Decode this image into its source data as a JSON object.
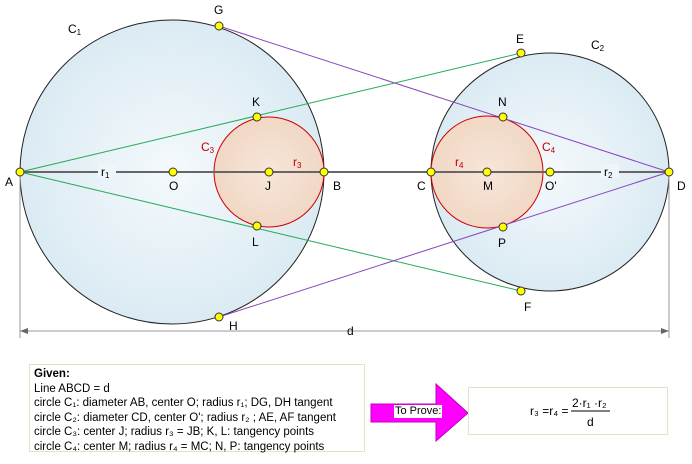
{
  "points": {
    "A": "A",
    "O": "O",
    "J": "J",
    "B": "B",
    "C": "C",
    "M": "M",
    "O2": "O'",
    "D": "D",
    "G": "G",
    "H": "H",
    "E": "E",
    "F": "F",
    "K": "K",
    "L": "L",
    "N": "N",
    "P": "P"
  },
  "circle_labels": {
    "C1": "C",
    "C1_sub": "1",
    "C2": "C",
    "C2_sub": "2",
    "C3": "C",
    "C3_sub": "3",
    "C4": "C",
    "C4_sub": "4"
  },
  "radius_labels": {
    "r1": "r",
    "r1_sub": "1",
    "r2": "r",
    "r2_sub": "2",
    "r3": "r",
    "r3_sub": "3",
    "r4": "r",
    "r4_sub": "4"
  },
  "dimension_label": "d",
  "colors": {
    "tangent_from_A": "#22aa55",
    "tangent_from_D": "#8844bb",
    "small_circle": "#cc0000",
    "arrow": "#ff00ff",
    "point": "#ffff00"
  },
  "given": {
    "title": "Given:",
    "lines": [
      "Line ABCD = d",
      "circle C₁:   diameter AB, center O; radius r₁; DG, DH tangent",
      "circle C₂:   diameter CD, center O'; radius r₂ ; AE, AF tangent",
      "circle C₃:   center J;   radius r₃ = JB;   K, L: tangency points",
      "circle C₄:   center M;  radius r₄ = MC; N, P: tangency points"
    ]
  },
  "to_prove": {
    "label": "To Prove:",
    "lhs": "r₃ =r₄ =",
    "numerator": "2·r₁ ·r₂",
    "denominator": "d"
  }
}
